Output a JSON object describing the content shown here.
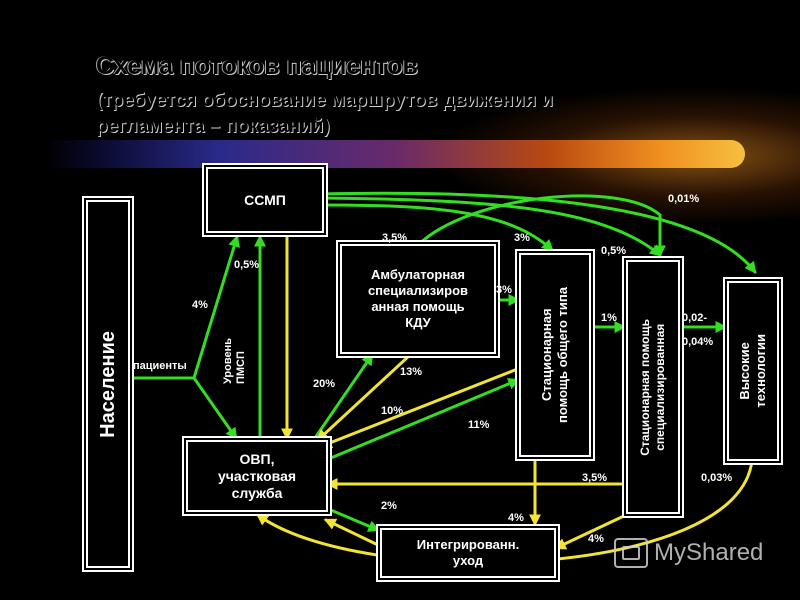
{
  "header": {
    "title": "Схема потоков пациентов",
    "subtitle_line1": "(требуется обоснование маршрутов движения и",
    "subtitle_line2": "регламента – показаний)"
  },
  "nodes": {
    "population": "Население",
    "ssmp": "ССМП",
    "ambulatory": [
      "Амбулаторная",
      "специализиров",
      "анная помощь",
      "КДУ"
    ],
    "stationary_general": [
      "Стационарная",
      "помощь общего типа"
    ],
    "stationary_special": [
      "Стационарная помощь",
      "специализированная"
    ],
    "high_tech": [
      "Высокие",
      "технологии"
    ],
    "ovp": [
      "ОВП,",
      "участковая",
      "служба"
    ],
    "integrated": [
      "Интегрированн.",
      "уход"
    ],
    "pmsp_level": [
      "Уровень",
      "ПМСП"
    ]
  },
  "labels": {
    "patients": "пациенты",
    "p_4_a": "4%",
    "p_0_5_a": "0,5%",
    "p_20": "20%",
    "p_3_5_a": "3,5%",
    "p_3_a": "3%",
    "p_3_b": "3%",
    "p_0_01": "0,01%",
    "p_0_5_b": "0,5%",
    "p_1": "1%",
    "p_0_02": "0,02-",
    "p_0_04": "0,04%",
    "p_13": "13%",
    "p_10": "10%",
    "p_11": "11%",
    "p_3_5_b": "3,5%",
    "p_0_03": "0,03%",
    "p_2": "2%",
    "p_4_b": "4%",
    "p_4_c": "4%"
  },
  "colors": {
    "green": "#33dd22",
    "yellow": "#f2e433",
    "box_border": "#ffffff"
  },
  "watermark": "MyShared"
}
